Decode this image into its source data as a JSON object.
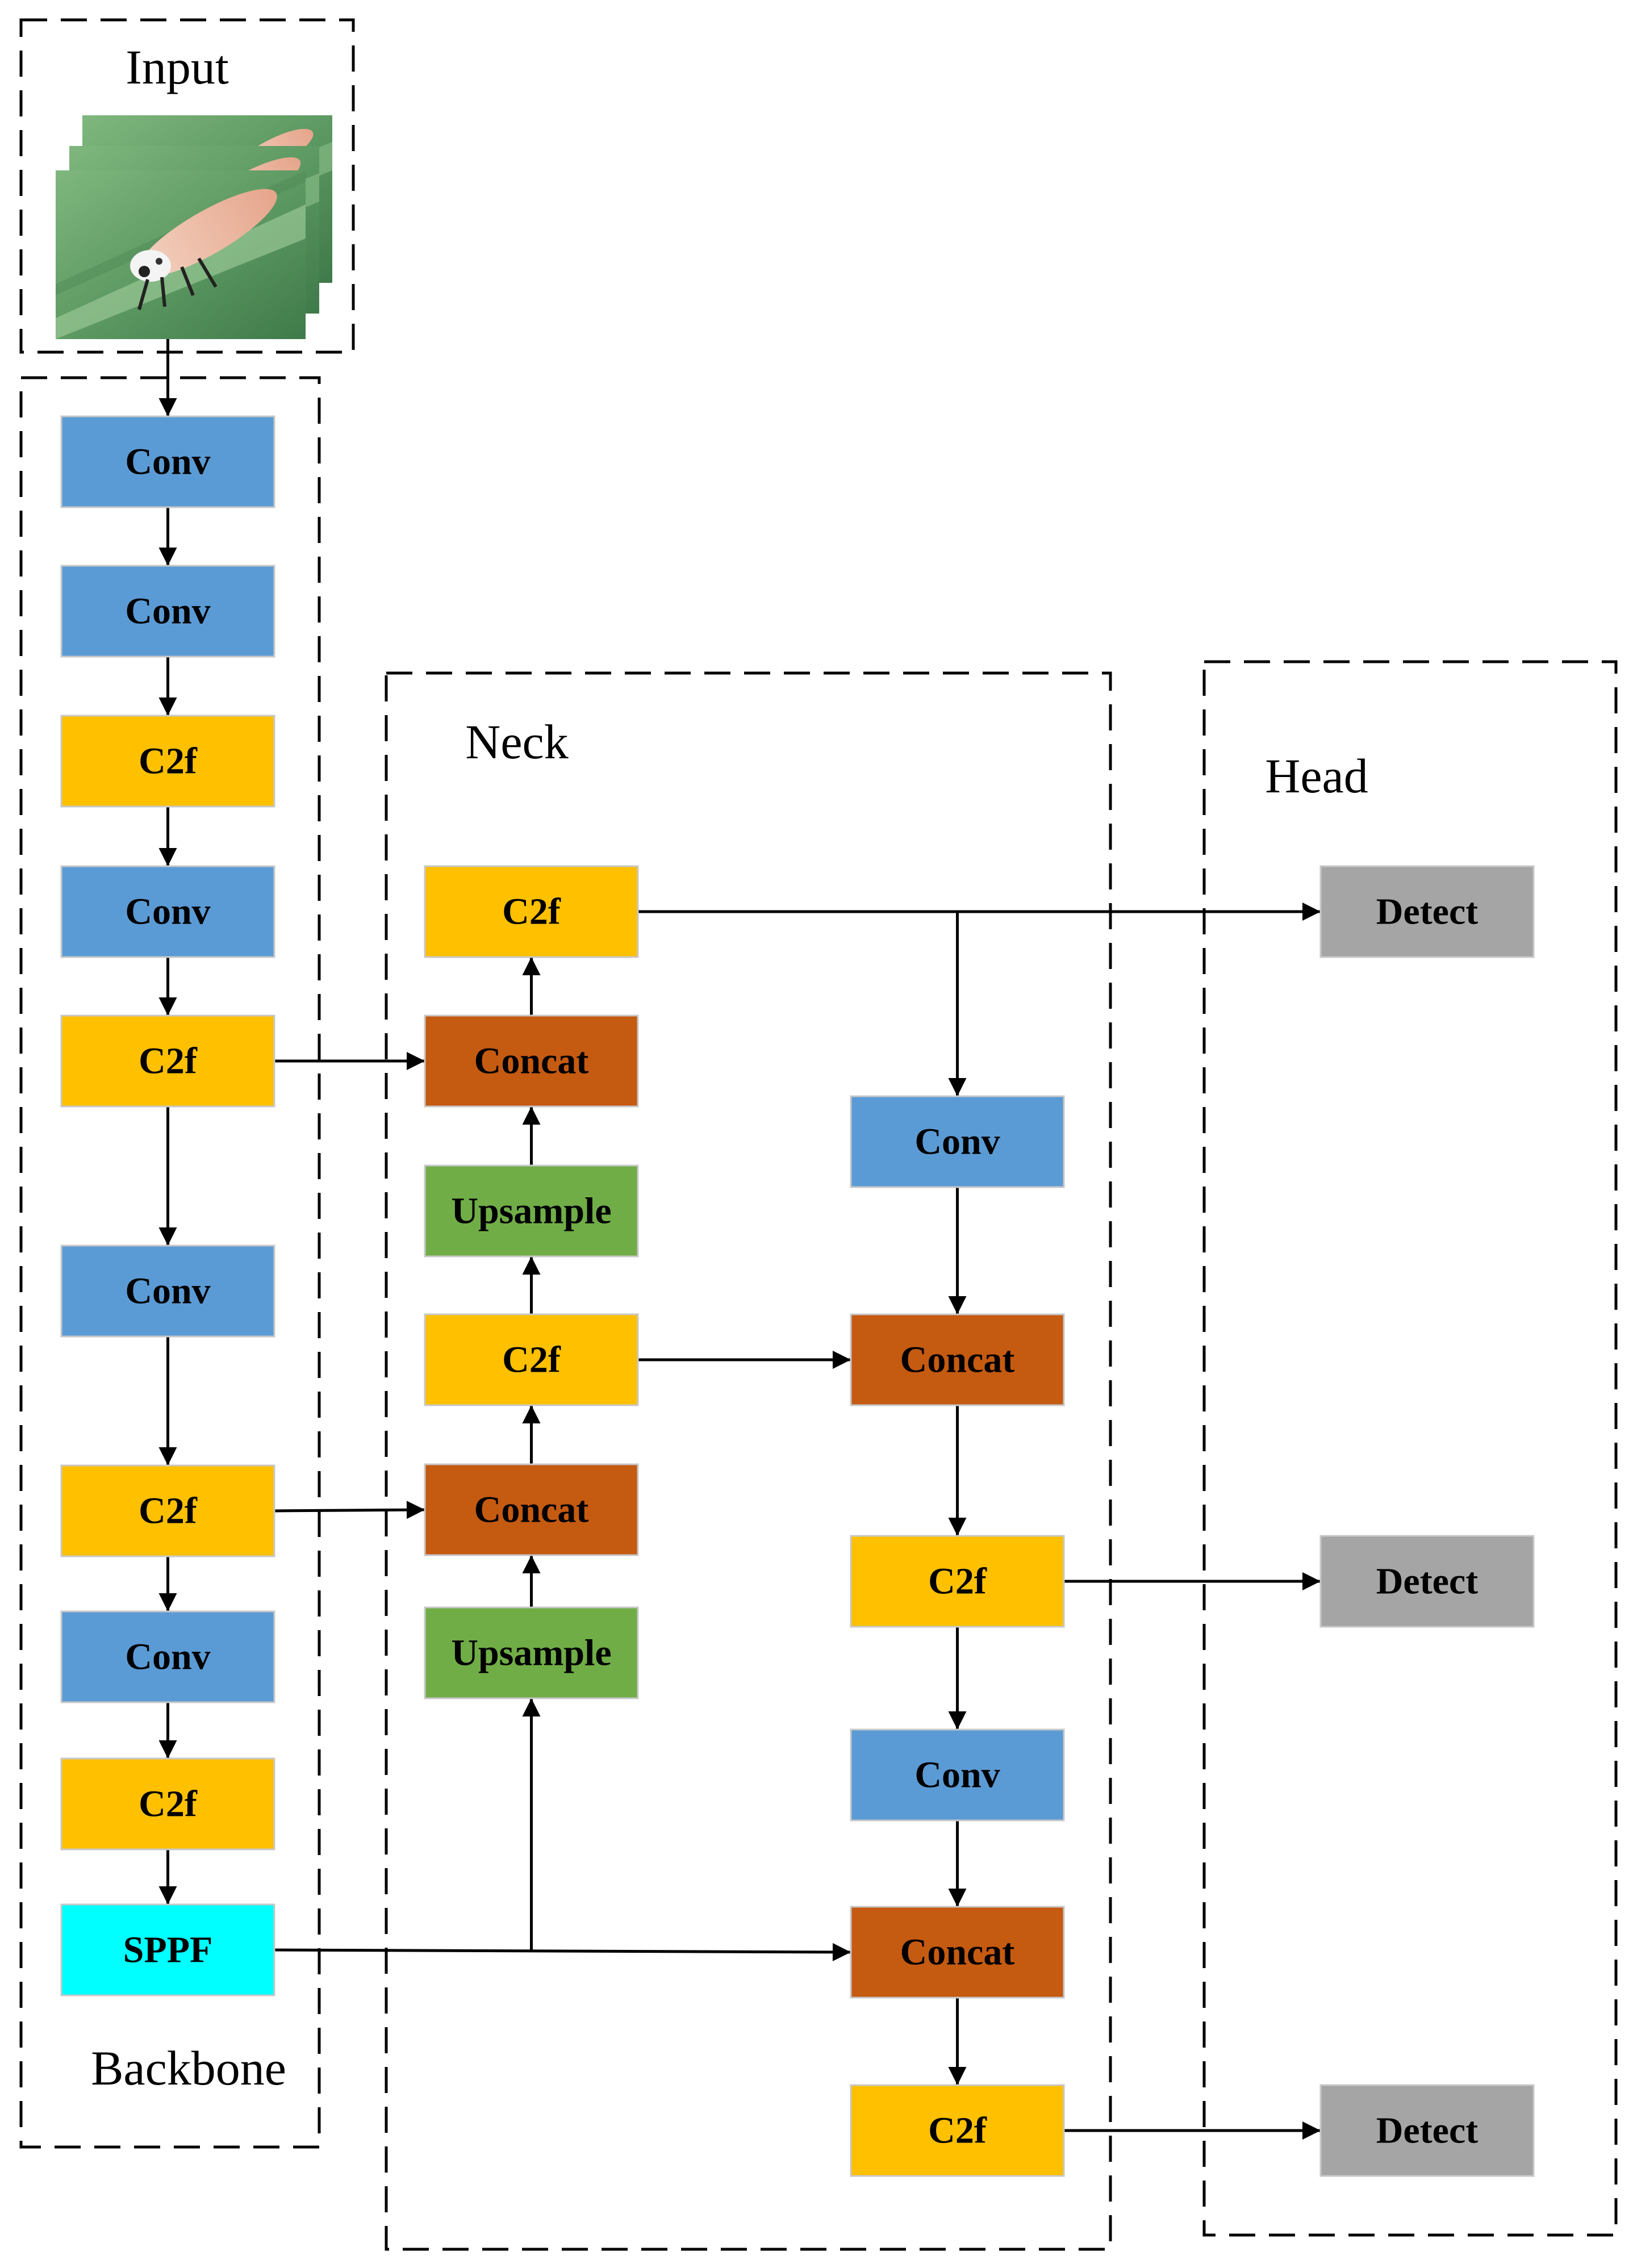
{
  "sections": {
    "input": "Input",
    "backbone": "Backbone",
    "neck": "Neck",
    "head": "Head"
  },
  "colors": {
    "Conv": "#5b9bd5",
    "C2f": "#ffc000",
    "Concat": "#c55a11",
    "Upsample": "#70ad47",
    "SPPF": "#00ffff",
    "Detect": "#a5a5a5"
  },
  "nodes": [
    {
      "id": "b1",
      "type": "Conv",
      "label": "Conv"
    },
    {
      "id": "b2",
      "type": "Conv",
      "label": "Conv"
    },
    {
      "id": "b3",
      "type": "C2f",
      "label": "C2f"
    },
    {
      "id": "b4",
      "type": "Conv",
      "label": "Conv"
    },
    {
      "id": "b5",
      "type": "C2f",
      "label": "C2f"
    },
    {
      "id": "b6",
      "type": "Conv",
      "label": "Conv"
    },
    {
      "id": "b7",
      "type": "C2f",
      "label": "C2f"
    },
    {
      "id": "b8",
      "type": "Conv",
      "label": "Conv"
    },
    {
      "id": "b9",
      "type": "C2f",
      "label": "C2f"
    },
    {
      "id": "b10",
      "type": "SPPF",
      "label": "SPPF"
    },
    {
      "id": "n1",
      "type": "C2f",
      "label": "C2f"
    },
    {
      "id": "n2",
      "type": "Concat",
      "label": "Concat"
    },
    {
      "id": "n3",
      "type": "Upsample",
      "label": "Upsample"
    },
    {
      "id": "n4",
      "type": "C2f",
      "label": "C2f"
    },
    {
      "id": "n5",
      "type": "Concat",
      "label": "Concat"
    },
    {
      "id": "n6",
      "type": "Upsample",
      "label": "Upsample"
    },
    {
      "id": "r1",
      "type": "Conv",
      "label": "Conv"
    },
    {
      "id": "r2",
      "type": "Concat",
      "label": "Concat"
    },
    {
      "id": "r3",
      "type": "C2f",
      "label": "C2f"
    },
    {
      "id": "r4",
      "type": "Conv",
      "label": "Conv"
    },
    {
      "id": "r5",
      "type": "Concat",
      "label": "Concat"
    },
    {
      "id": "r6",
      "type": "C2f",
      "label": "C2f"
    },
    {
      "id": "h1",
      "type": "Detect",
      "label": "Detect"
    },
    {
      "id": "h2",
      "type": "Detect",
      "label": "Detect"
    },
    {
      "id": "h3",
      "type": "Detect",
      "label": "Detect"
    }
  ],
  "edges": [
    [
      "b1",
      "b2"
    ],
    [
      "b2",
      "b3"
    ],
    [
      "b3",
      "b4"
    ],
    [
      "b4",
      "b5"
    ],
    [
      "b5",
      "b6"
    ],
    [
      "b6",
      "b7"
    ],
    [
      "b7",
      "b8"
    ],
    [
      "b8",
      "b9"
    ],
    [
      "b9",
      "b10"
    ],
    [
      "b5",
      "n2"
    ],
    [
      "b7",
      "n5"
    ],
    [
      "b10",
      "n6"
    ],
    [
      "b10",
      "r5"
    ],
    [
      "n6",
      "n5"
    ],
    [
      "n5",
      "n4"
    ],
    [
      "n4",
      "n3"
    ],
    [
      "n3",
      "n2"
    ],
    [
      "n2",
      "n1"
    ],
    [
      "n1",
      "h1"
    ],
    [
      "n1",
      "r1"
    ],
    [
      "n4",
      "r2"
    ],
    [
      "r1",
      "r2"
    ],
    [
      "r2",
      "r3"
    ],
    [
      "r3",
      "r4"
    ],
    [
      "r4",
      "r5"
    ],
    [
      "r5",
      "r6"
    ],
    [
      "r3",
      "h2"
    ],
    [
      "r6",
      "h3"
    ]
  ]
}
